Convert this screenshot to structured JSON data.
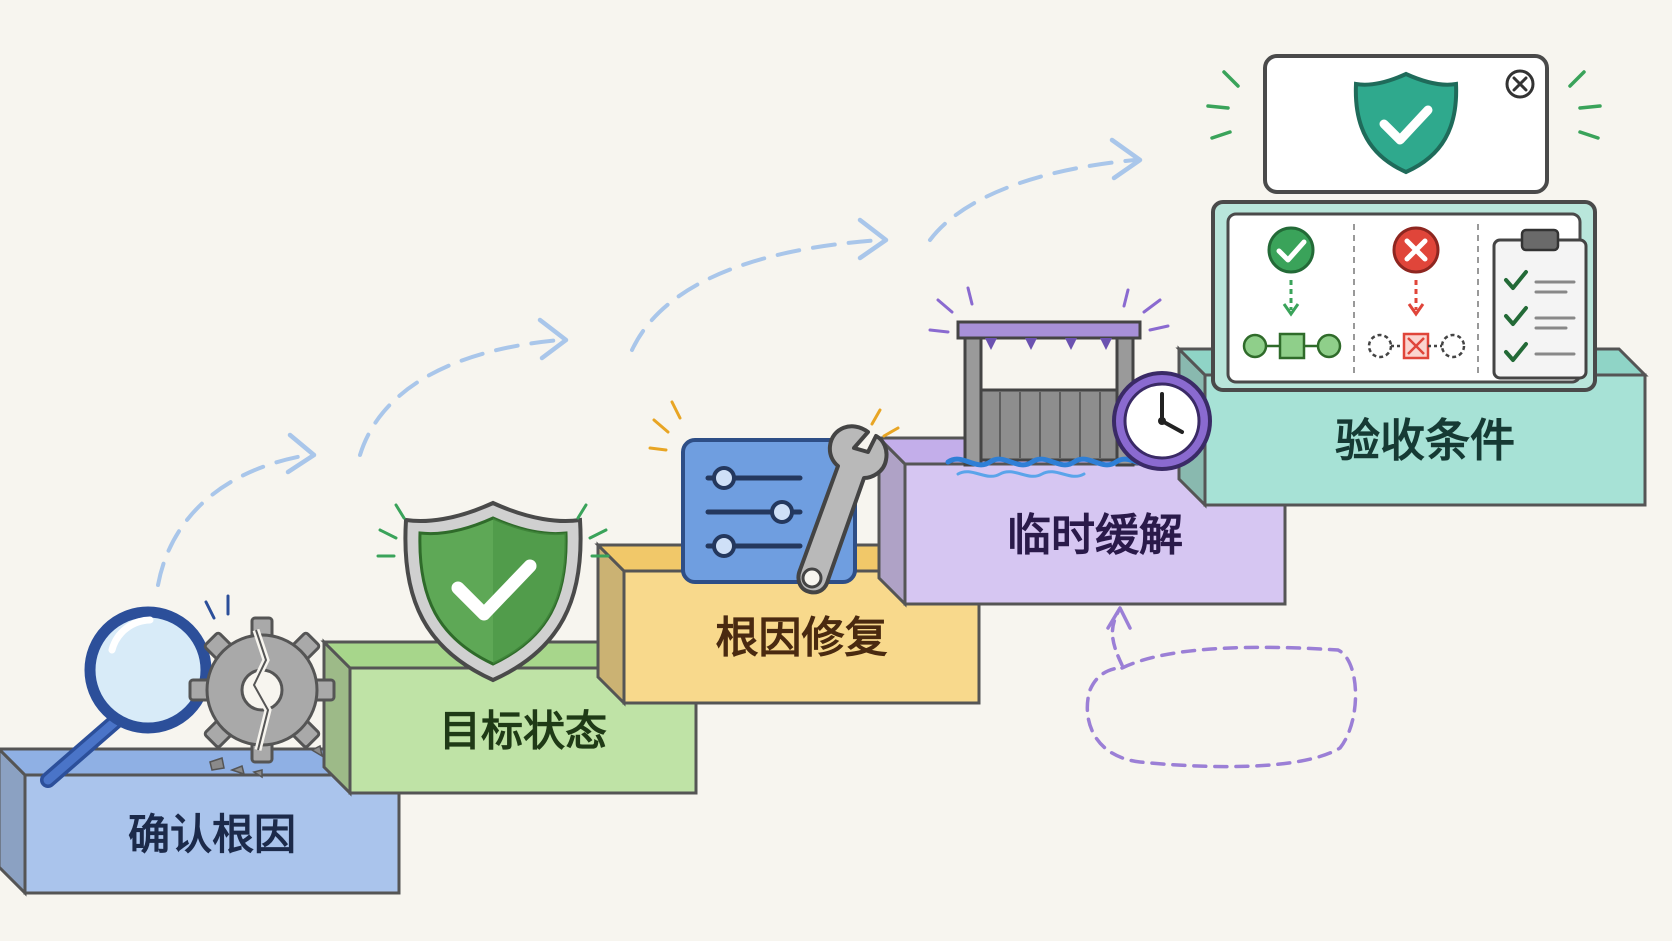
{
  "steps": [
    {
      "label": "确认根因",
      "icon": "magnifier-broken-gear-icon",
      "color": "#aac4ec",
      "top_color": "#8fb0e4",
      "text_color": "#1c2a4a"
    },
    {
      "label": "目标状态",
      "icon": "green-shield-check-icon",
      "color": "#bfe3a6",
      "top_color": "#a7d68b",
      "text_color": "#1f3a16"
    },
    {
      "label": "根因修复",
      "icon": "settings-panel-wrench-icon",
      "color": "#f8d98c",
      "top_color": "#f1c869",
      "text_color": "#4a2a10"
    },
    {
      "label": "临时缓解",
      "icon": "floodgate-clock-icon",
      "color": "#d6c6f2",
      "top_color": "#c3aeea",
      "text_color": "#2a1a4a"
    },
    {
      "label": "验收条件",
      "icon": "verification-board-icon",
      "color": "#a7e2d6",
      "top_color": "#8fd4c6",
      "text_color": "#163a34"
    }
  ],
  "colors": {
    "arrow": "#a9c6ea",
    "loop": "#9b7fd6",
    "check_green": "#3aa35a",
    "cross_red": "#e0453a",
    "outline": "#4a4a4a"
  }
}
